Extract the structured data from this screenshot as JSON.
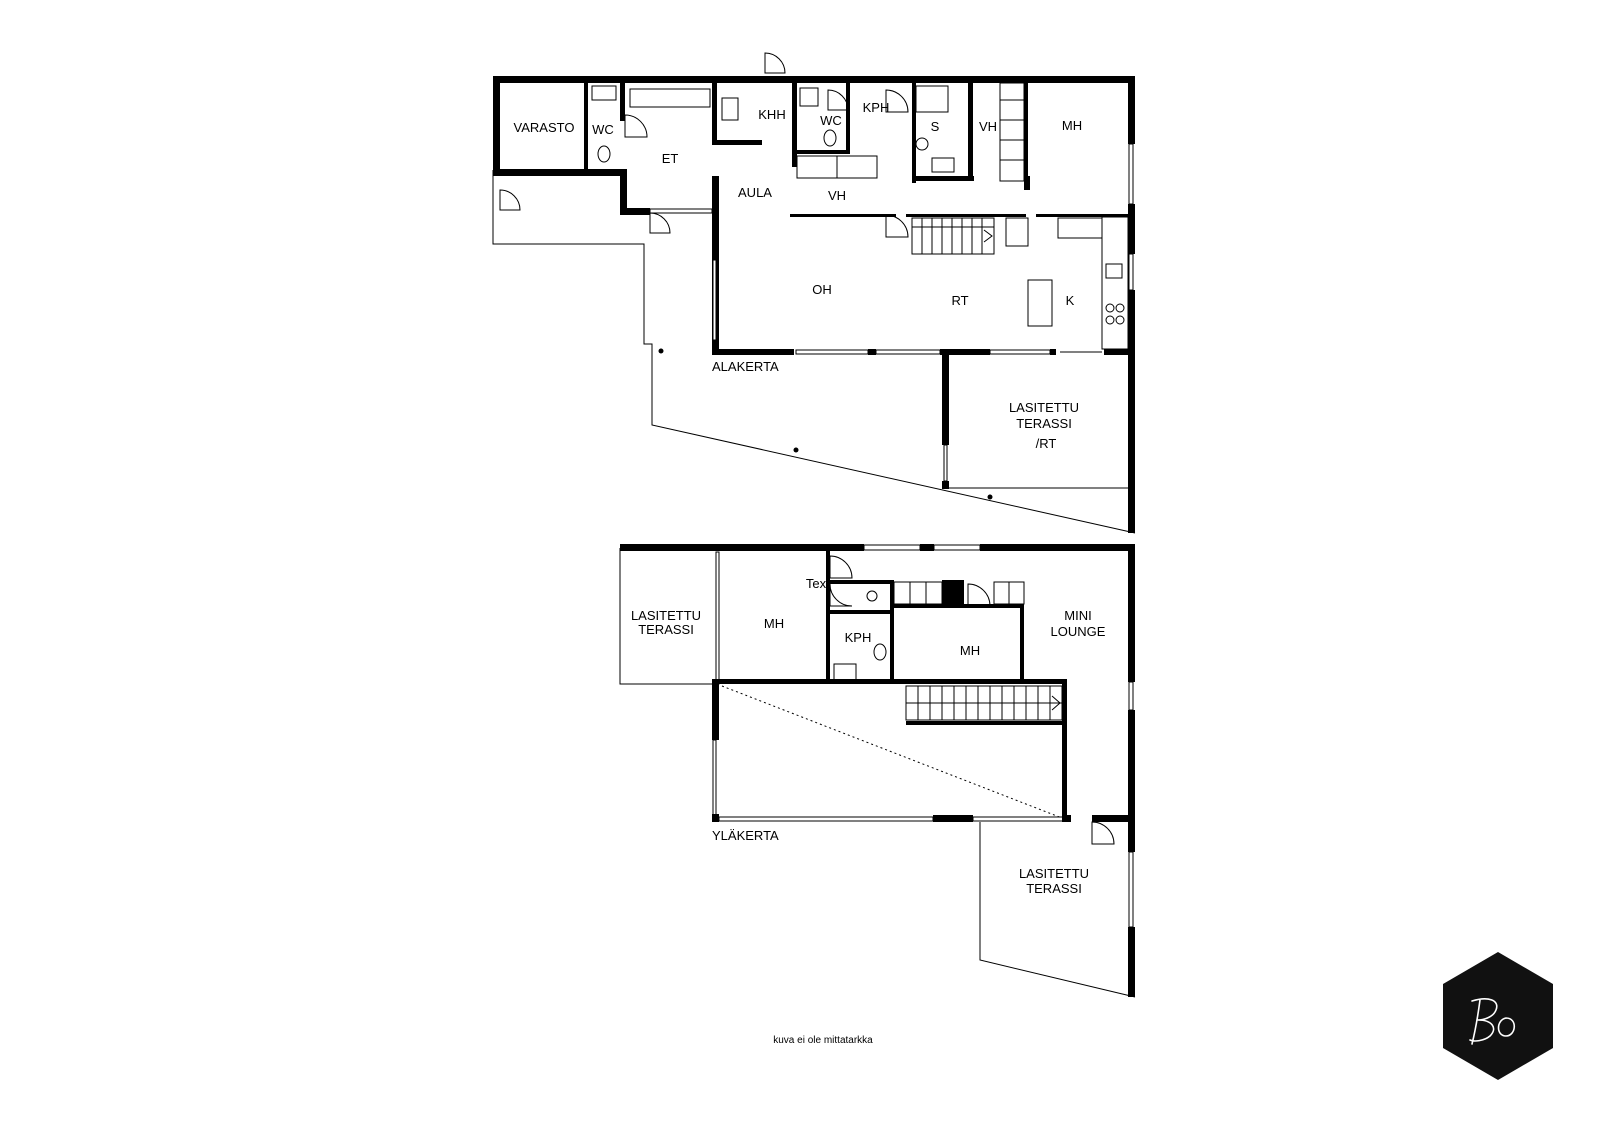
{
  "floors": {
    "lower": {
      "label": "ALAKERTA",
      "rooms": {
        "varasto": "VARASTO",
        "wc1": "WC",
        "et": "ET",
        "khh": "KHH",
        "wc2": "WC",
        "kph": "KPH",
        "s": "S",
        "vh1": "VH",
        "mh": "MH",
        "aula": "AULA",
        "vh2": "VH",
        "oh": "OH",
        "rt": "RT",
        "k": "K",
        "terrace_line1": "LASITETTU",
        "terrace_line2": "TERASSI",
        "terrace_line3": "/RT"
      }
    },
    "upper": {
      "label": "YLÄKERTA",
      "rooms": {
        "terrace_left_line1": "LASITETTU",
        "terrace_left_line2": "TERASSI",
        "mh1": "MH",
        "tex": "Tex",
        "kph": "KPH",
        "mh2": "MH",
        "lounge_line1": "MINI",
        "lounge_line2": "LOUNGE",
        "terrace_right_line1": "LASITETTU",
        "terrace_right_line2": "TERASSI"
      }
    }
  },
  "footer_note": "kuva ei ole mittatarkka",
  "logo": {
    "icon": "bo-logo-icon",
    "color": "#111111"
  }
}
